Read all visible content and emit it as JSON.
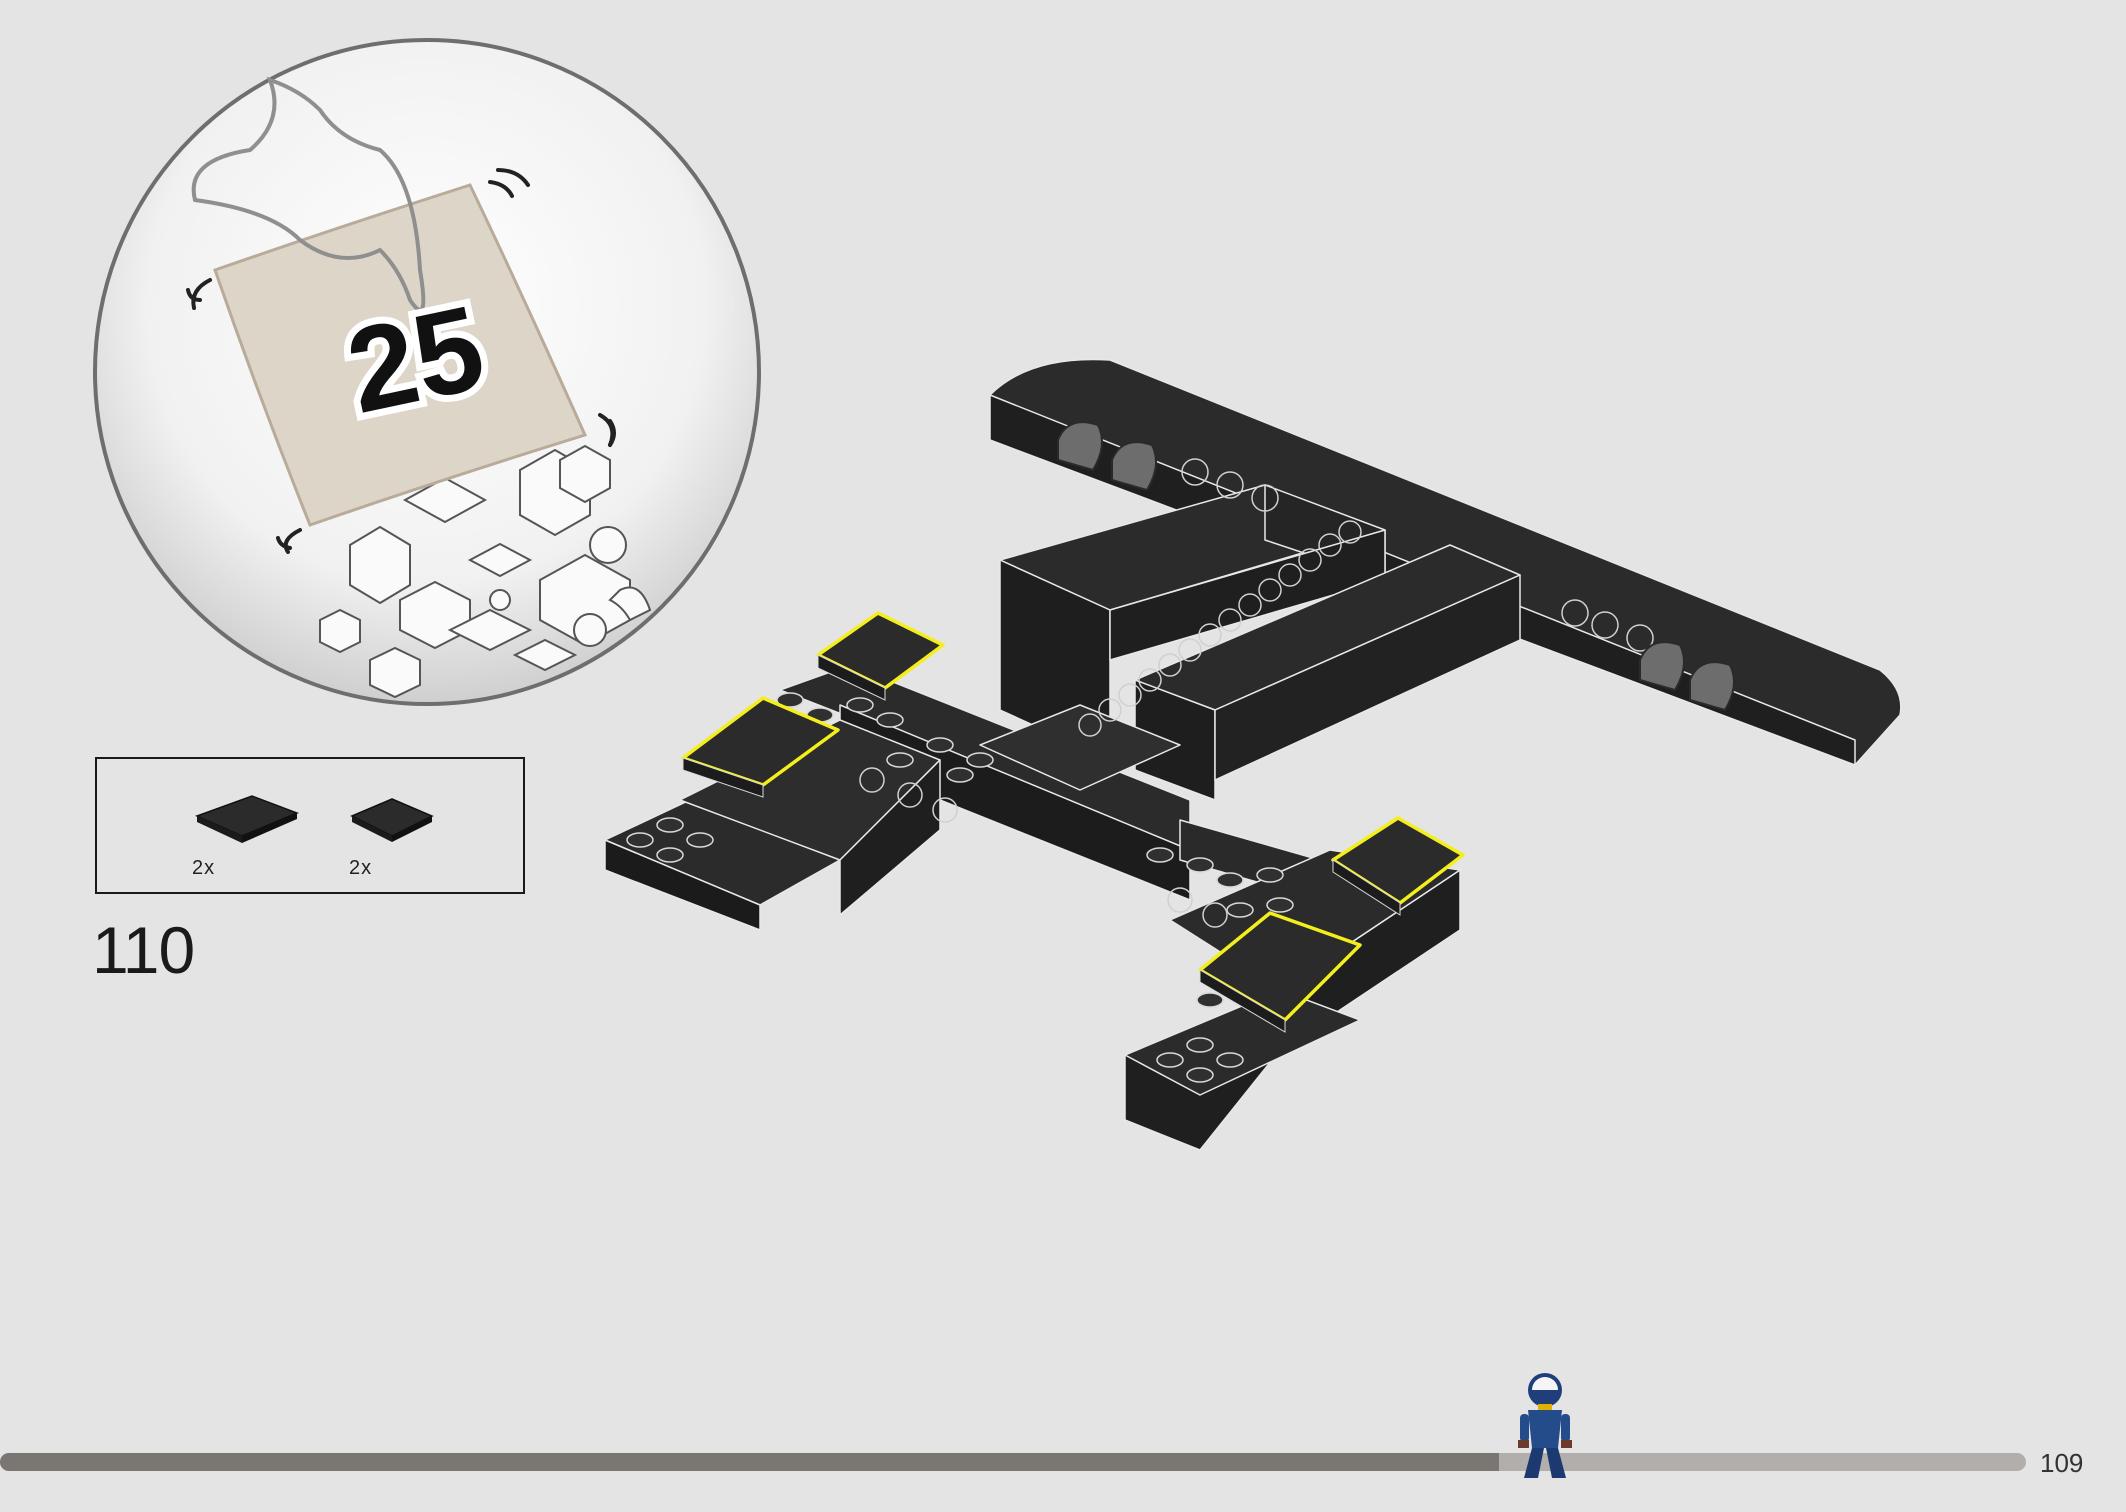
{
  "bag": {
    "number": "25"
  },
  "parts_list": [
    {
      "quantity": "2x",
      "part": "tile-2x2-black"
    },
    {
      "quantity": "2x",
      "part": "tile-2x2-black"
    }
  ],
  "step": {
    "number": "110"
  },
  "page": {
    "number": "109"
  },
  "progress": {
    "fraction": 0.74
  },
  "colors": {
    "background": "#e4e4e4",
    "brick": "#2b2b2b",
    "highlight": "#f4ef1c",
    "progress_fill": "#7a7672",
    "progress_track": "#b2aeab"
  },
  "icons": [
    "hand-icon",
    "bag-icon",
    "bricks-icon",
    "minifigure-icon"
  ]
}
